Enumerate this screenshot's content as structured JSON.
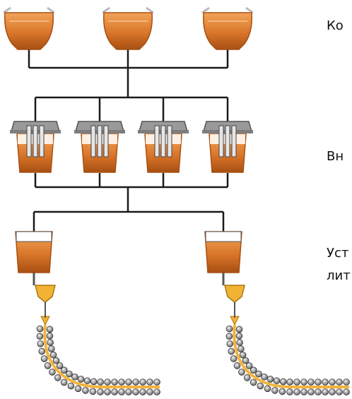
{
  "diagram": {
    "labels": {
      "converter": "Ко",
      "ladle_treatment": "Вн",
      "caster_line1": "Уст",
      "caster_line2": "лит"
    },
    "stages": {
      "converters": 3,
      "ladle_units": 4,
      "casters": 2
    },
    "colors": {
      "steel": "#d9762a",
      "steel_dark": "#a84f12",
      "steel_light": "#f0a15a",
      "ladle_cap": "#9a9a9a",
      "strand": "#f2b33d",
      "nozzle": "#f2b233",
      "roller": "#8c8c8c",
      "line": "#1a1a1a"
    }
  }
}
